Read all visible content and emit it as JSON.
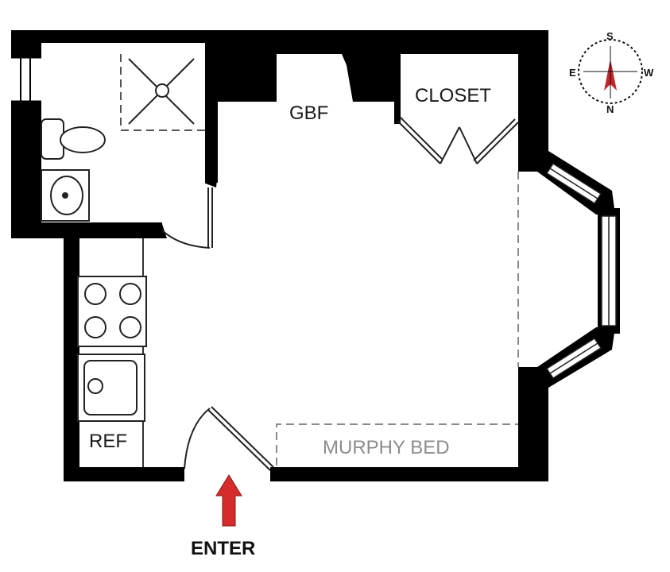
{
  "labels": {
    "closet": "CLOSET",
    "gbf": "GBF",
    "ref": "REF",
    "murphy_bed": "MURPHY BED",
    "enter": "ENTER"
  },
  "compass": {
    "north": "N",
    "south": "S",
    "east": "E",
    "west": "W",
    "needle_color": "#c0262c"
  },
  "colors": {
    "wall": "#000000",
    "entry_arrow": "#d62b2b",
    "dashed": "#8a8a8a"
  }
}
